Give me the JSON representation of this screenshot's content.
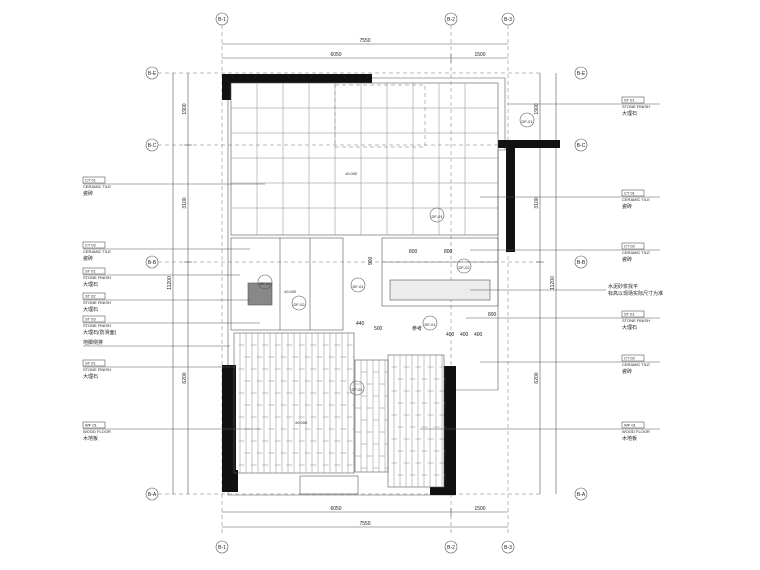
{
  "axes": {
    "top": [
      "B-1",
      "B-2",
      "B-3"
    ],
    "bottom": [
      "B-1",
      "B-2",
      "B-3"
    ],
    "left": [
      "B-E",
      "B-C",
      "B-B",
      "B-A"
    ],
    "right": [
      "B-E",
      "B-C",
      "B-B",
      "B-A"
    ]
  },
  "dims": {
    "top_total": "7550",
    "top_a": "6050",
    "top_b": "1500",
    "bottom_total": "7550",
    "bottom_a": "6050",
    "bottom_b": "1500",
    "left_1": "1900",
    "left_2": "3100",
    "left_3": "6200",
    "left_total": "11200",
    "right_1": "1900",
    "right_2": "3100",
    "right_3": "6200",
    "right_total": "11200",
    "inner": [
      "440",
      "900",
      "500",
      "800",
      "800",
      "400",
      "400",
      "400",
      "800",
      "±0.000",
      "±0.000",
      "±0.000"
    ]
  },
  "left_callouts": [
    {
      "code": "CT 01",
      "type": "CERAMIC TILE",
      "cn": "瓷砖"
    },
    {
      "code": "CT 02",
      "type": "CERAMIC TILE",
      "cn": "瓷砖"
    },
    {
      "code": "ST 01",
      "type": "STONE FINISH",
      "cn": "大理石"
    },
    {
      "code": "ST 02",
      "type": "STONE FINISH",
      "cn": "大理石"
    },
    {
      "code": "ST 03",
      "type": "STONE FINISH",
      "cn": "大理石(防滑面)"
    },
    {
      "code": "",
      "type": "",
      "cn": "地脚侧排"
    },
    {
      "code": "ST 01",
      "type": "STONE FINISH",
      "cn": "大理石"
    },
    {
      "code": "WF 01",
      "type": "WOOD FLOOR",
      "cn": "木地板"
    }
  ],
  "right_callouts": [
    {
      "code": "ST 01",
      "type": "STONE FINISH",
      "cn": "大理石"
    },
    {
      "code": "CT 01",
      "type": "CERAMIC TILE",
      "cn": "瓷砖"
    },
    {
      "code": "CT 02",
      "type": "CERAMIC TILE",
      "cn": "瓷砖"
    },
    {
      "code": "",
      "type": "",
      "cn": "水泥砂浆找平"
    },
    {
      "code": "",
      "type": "",
      "cn": "标高以现场实际尺寸为准"
    },
    {
      "code": "ST 01",
      "type": "STONE FINISH",
      "cn": "大理石"
    },
    {
      "code": "CT 02",
      "type": "CERAMIC TILE",
      "cn": "瓷砖"
    },
    {
      "code": "WF 01",
      "type": "WOOD FLOOR",
      "cn": "木地板"
    }
  ],
  "symbols": [
    "DF-01",
    "DF-01",
    "DF-01",
    "DF-02",
    "DF-02",
    "DF-02",
    "DF-01",
    "DF-01"
  ],
  "room_label": "参考"
}
